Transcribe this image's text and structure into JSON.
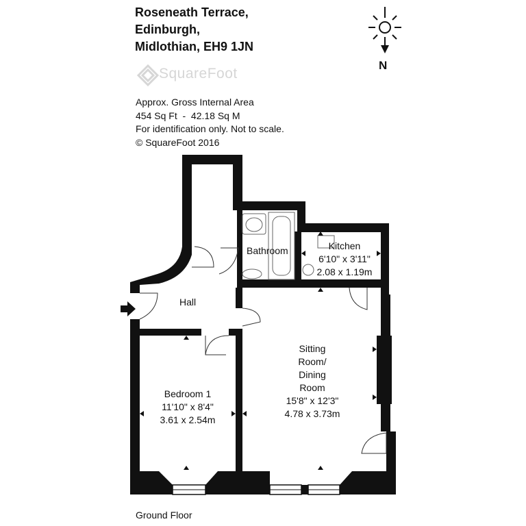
{
  "address": {
    "line1": "Roseneath Terrace,",
    "line2": "Edinburgh,",
    "line3": "Midlothian, EH9 1JN"
  },
  "logo": {
    "text": "SquareFoot"
  },
  "info": {
    "line1": "Approx. Gross Internal Area",
    "line2": "454 Sq Ft  -  42.18 Sq M",
    "line3": "For identification only. Not to scale.",
    "line4": "© SquareFoot 2016"
  },
  "compass": {
    "label": "N"
  },
  "rooms": {
    "hall": {
      "name": "Hall"
    },
    "bathroom": {
      "name": "Bathroom"
    },
    "kitchen": {
      "name": "Kitchen",
      "imperial": "6'10\" x 3'11\"",
      "metric": "2.08 x 1.19m"
    },
    "bedroom": {
      "name": "Bedroom 1",
      "imperial": "11'10\" x 8'4\"",
      "metric": "3.61 x 2.54m"
    },
    "sitting": {
      "name1": "Sitting",
      "name2": "Room/",
      "name3": "Dining",
      "name4": "Room",
      "imperial": "15'8\" x 12'3\"",
      "metric": "4.78 x 3.73m"
    }
  },
  "floor": {
    "label": "Ground Floor"
  },
  "colors": {
    "wall": "#111111",
    "logo": "#d6d6d6",
    "fixture": "#666666"
  }
}
